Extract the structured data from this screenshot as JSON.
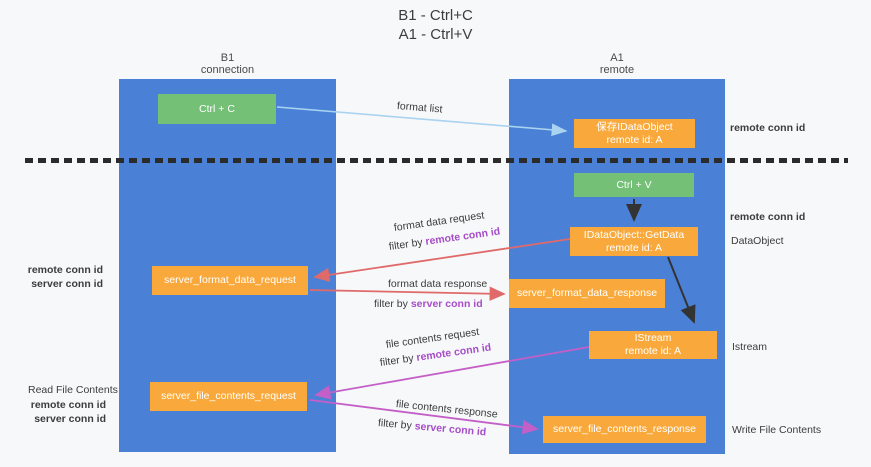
{
  "title": {
    "line1": "B1 - Ctrl+C",
    "line2": "A1 - Ctrl+V"
  },
  "lanes": {
    "left": {
      "title": "B1",
      "subtitle": "connection"
    },
    "right": {
      "title": "A1",
      "subtitle": "remote"
    }
  },
  "nodes": {
    "ctrl_c": {
      "label": "Ctrl + C"
    },
    "save_idataobject": {
      "line1": "保存IDataObject",
      "line2": "remote id: A"
    },
    "ctrl_v": {
      "label": "Ctrl + V"
    },
    "getdata": {
      "line1": "IDataObject::GetData",
      "line2": "remote id: A"
    },
    "server_format_data_request": {
      "label": "server_format_data_request"
    },
    "server_format_data_response": {
      "label": "server_format_data_response"
    },
    "istream": {
      "line1": "IStream",
      "line2": "remote id: A"
    },
    "server_file_contents_request": {
      "label": "server_file_contents_request"
    },
    "server_file_contents_response": {
      "label": "server_file_contents_response"
    }
  },
  "arrow_labels": {
    "format_list": "format list",
    "format_data_request": "format data request",
    "format_data_response": "format data response",
    "file_contents_request": "file contents request",
    "file_contents_response": "file contents response",
    "filter_by": "filter by"
  },
  "ids": {
    "remote_conn_id": "remote conn id",
    "server_conn_id": "server conn id"
  },
  "side_labels": {
    "dataobject": "DataObject",
    "istream": "Istream",
    "read_file_contents": "Read File Contents",
    "write_file_contents": "Write File Contents"
  },
  "colors": {
    "lane_blue": "#4a80d6",
    "box_green": "#74c077",
    "box_orange": "#f9a93c",
    "arrow_lightblue": "#a9d3f0",
    "arrow_black": "#333333",
    "arrow_red": "#e06a6a",
    "arrow_magenta": "#c45fc8",
    "text_purple": "#a64dc8",
    "text_green": "#55b263"
  }
}
